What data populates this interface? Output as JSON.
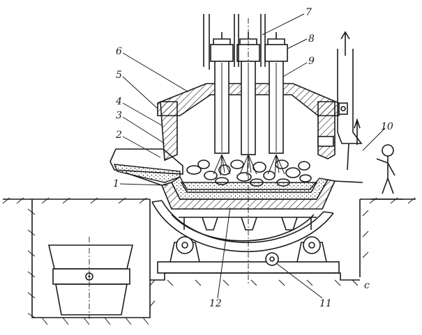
{
  "labels": [
    {
      "id": "1",
      "text": "1"
    },
    {
      "id": "2",
      "text": "2"
    },
    {
      "id": "3",
      "text": "3"
    },
    {
      "id": "4",
      "text": "4"
    },
    {
      "id": "5",
      "text": "5"
    },
    {
      "id": "6",
      "text": "6"
    },
    {
      "id": "7",
      "text": "7"
    },
    {
      "id": "8",
      "text": "8"
    },
    {
      "id": "9",
      "text": "9"
    },
    {
      "id": "10",
      "text": "10"
    },
    {
      "id": "11",
      "text": "11"
    },
    {
      "id": "12",
      "text": "12"
    }
  ],
  "colors": {
    "ink": "#1a1a1a",
    "paper": "#ffffff"
  }
}
